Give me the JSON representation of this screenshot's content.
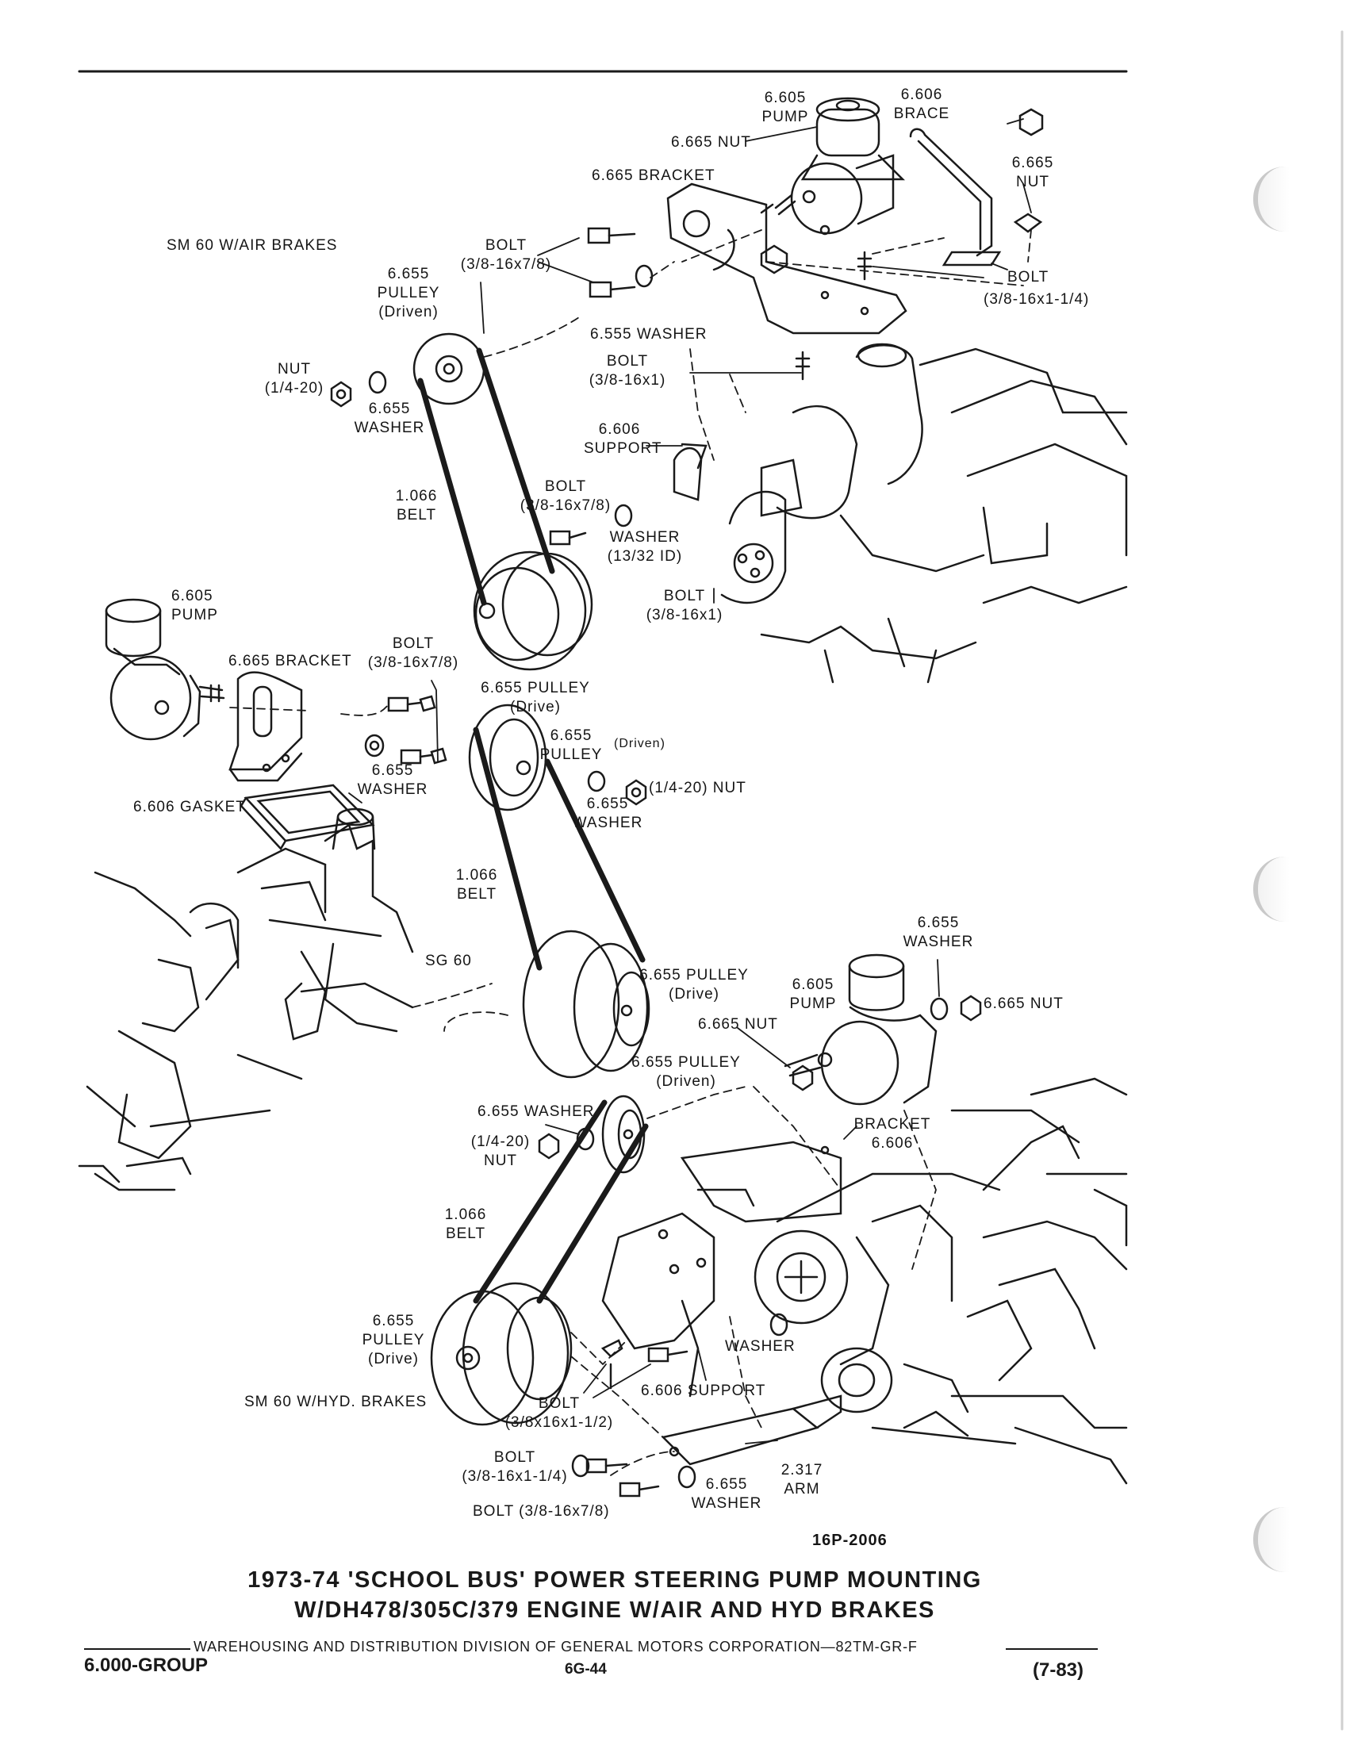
{
  "figure": {
    "figure_number": "16P-2006",
    "title_line1": "1973-74 'SCHOOL BUS' POWER STEERING PUMP MOUNTING",
    "title_line2": "W/DH478/305C/379 ENGINE W/AIR AND HYD BRAKES",
    "view_air_brakes": "SM 60 W/AIR BRAKES",
    "view_sg60": "SG 60",
    "view_hyd_brakes": "SM 60 W/HYD. BRAKES"
  },
  "top_callouts": {
    "pump": "6.605\nPUMP",
    "brace": "6.606\nBRACE",
    "nut_top": "6.665 NUT",
    "nut_right": "6.665\nNUT",
    "bracket": "6.665 BRACKET",
    "bolt_left": "BOLT\n(3/8-16x7/8)",
    "pulley_driven": "6.655\nPULLEY\n(Driven)",
    "bolt_right": "BOLT",
    "bolt_right_size": "(3/8-16x1-1/4)",
    "washer_555": "6.555 WASHER",
    "bolt_center": "BOLT\n(3/8-16x1)",
    "nut_small": "NUT\n(1/4-20)",
    "washer_655": "6.655\nWASHER",
    "support": "6.606\nSUPPORT",
    "belt": "1.066\nBELT",
    "bolt_mid": "BOLT\n(3/8-16x7/8)",
    "washer_13_32": "WASHER\n(13/32 ID)",
    "bolt_lower": "BOLT\n(3/8-16x1)",
    "pulley_drive": "6.655 PULLEY\n(Drive)"
  },
  "middle_callouts": {
    "pump": "6.605\nPUMP",
    "bracket": "6.665 BRACKET",
    "bolt": "BOLT\n(3/8-16x7/8)",
    "washer": "6.655\nWASHER",
    "gasket": "6.606 GASKET",
    "pulley_driven": "6.655\nPULLEY",
    "driven_tag": "(Driven)",
    "washer_right": "6.655\nWASHER",
    "nut_right": "(1/4-20) NUT",
    "belt": "1.066\nBELT"
  },
  "bottom_callouts": {
    "washer_top": "6.655\nWASHER",
    "pulley_drive": "6.655 PULLEY\n(Drive)",
    "pump": "6.605\nPUMP",
    "nut_right": "6.665 NUT",
    "nut_mid": "6.665 NUT",
    "pulley_driven": "6.655 PULLEY\n(Driven)",
    "bracket": "BRACKET\n6.606",
    "washer_left": "6.655 WASHER",
    "nut_left": "(1/4-20)\nNUT",
    "belt": "1.066\nBELT",
    "pulley_drive_left": "6.655\nPULLEY\n(Drive)",
    "washer_center": "WASHER",
    "support": "6.606 SUPPORT",
    "bolt_support": "BOLT\n(3/8x16x1-1/2)",
    "bolt_1_1_4": "BOLT\n(3/8-16x1-1/4)",
    "bolt_7_8": "BOLT (3/8-16x7/8)",
    "washer_bottom": "6.655\nWASHER",
    "arm": "2.317\nARM"
  },
  "footer": {
    "publisher_line": "WAREHOUSING AND DISTRIBUTION  DIVISION OF GENERAL MOTORS CORPORATION—82TM-GR-F",
    "group": "6.000-GROUP",
    "page": "6G-44",
    "revision": "(7-83)"
  }
}
